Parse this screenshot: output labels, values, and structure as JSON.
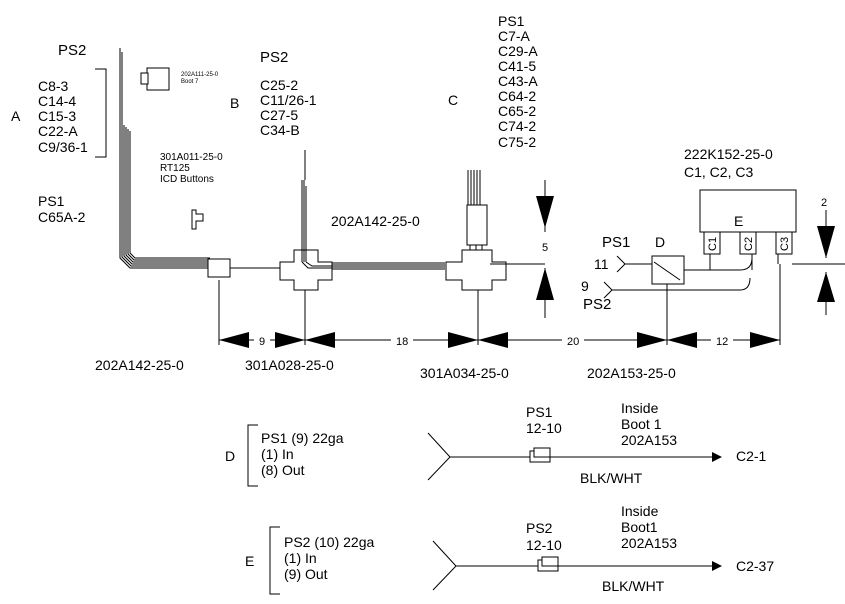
{
  "labels": {
    "ps2_topleft": "PS2",
    "region_a": "A",
    "group_a": [
      "C8-3",
      "C14-4",
      "C15-3",
      "C22-A",
      "C9/36-1"
    ],
    "ps1_left": "PS1",
    "c65a": "C65A-2",
    "boot_small_1": "202A111-25-0",
    "boot_small_2": "Boot 7",
    "region_b": "B",
    "ps2_b": "PS2",
    "group_b": [
      "C25-2",
      "C11/26-1",
      "C27-5",
      "C34-B"
    ],
    "icd_label": [
      "301A011-25-0",
      "RT125",
      "ICD Buttons"
    ],
    "region_c": "C",
    "group_c": [
      "PS1",
      "C7-A",
      "C29-A",
      "C41-5",
      "C43-A",
      "C64-2",
      "C65-2",
      "C74-2",
      "C75-2"
    ],
    "wire_202a142_upper": "202A142-25-0",
    "dim_5": "5",
    "dim_2": "2",
    "conn_e_part": "222K152-25-0",
    "conn_e_cs": "C1, C2, C3",
    "region_e_conn": "E",
    "c1": "C1",
    "c2": "C2",
    "c3": "C3",
    "ps1_d": "PS1",
    "region_d_conn": "D",
    "pin_11": "11",
    "pin_9": "9",
    "ps2_d": "PS2",
    "dim_9": "9",
    "dim_18": "18",
    "dim_20": "20",
    "dim_12": "12",
    "part_202a142": "202A142-25-0",
    "part_301a028": "301A028-25-0",
    "part_301a034": "301A034-25-0",
    "part_202a153": "202A153-25-0"
  },
  "detail_d": {
    "letter": "D",
    "spec": [
      "PS1 (9) 22ga",
      "(1) In",
      "(8) Out"
    ],
    "splice": [
      "PS1",
      "12-10"
    ],
    "inside": [
      "Inside",
      "Boot 1",
      "202A153"
    ],
    "dest": "C2-1",
    "color": "BLK/WHT"
  },
  "detail_e": {
    "letter": "E",
    "spec": [
      "PS2 (10) 22ga",
      "(1) In",
      "(9) Out"
    ],
    "splice": [
      "PS2",
      "12-10"
    ],
    "inside": [
      "Inside",
      "Boot1",
      "202A153"
    ],
    "dest": "C2-37",
    "color": "BLK/WHT"
  }
}
